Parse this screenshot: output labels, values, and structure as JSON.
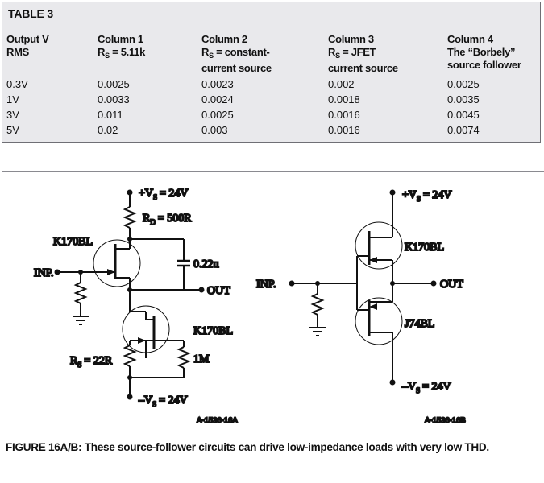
{
  "table": {
    "title": "TABLE 3",
    "headers": [
      {
        "line1": "Output V",
        "line2": "RMS",
        "line3": ""
      },
      {
        "line1": "Column 1",
        "line2_pre": "R",
        "line2_sub": "S",
        "line2_post": " = 5.11k",
        "line3": ""
      },
      {
        "line1": "Column 2",
        "line2_pre": "R",
        "line2_sub": "S",
        "line2_post": " = constant-",
        "line3": "current source"
      },
      {
        "line1": "Column 3",
        "line2_pre": "R",
        "line2_sub": "S",
        "line2_post": " = JFET",
        "line3": "current source"
      },
      {
        "line1": "Column 4",
        "line2": "The “Borbely”",
        "line3": "source follower"
      }
    ],
    "rows": [
      [
        "0.3V",
        "0.0025",
        "0.0023",
        "0.002",
        "0.0025"
      ],
      [
        "1V",
        "0.0033",
        "0.0024",
        "0.0018",
        "0.0035"
      ],
      [
        "3V",
        "0.011",
        "0.0025",
        "0.0016",
        "0.0045"
      ],
      [
        "5V",
        "0.02",
        "0.003",
        "0.0016",
        "0.0074"
      ]
    ]
  },
  "figure_a": {
    "vplus_pre": "+V",
    "vplus_sub": "S",
    "vplus_post": "= 24V",
    "rd_pre": "R",
    "rd_sub": "D",
    "rd_post": "= 500R",
    "q1_label": "K170BL",
    "cap_label": "0.22u",
    "inp_label": "INP.",
    "out_label": "OUT",
    "q2_label": "K170BL",
    "rs_pre": "R",
    "rs_sub": "S",
    "rs_post": "= 22R",
    "r1m_label": "1M",
    "vminus_pre": "–V",
    "vminus_sub": "S",
    "vminus_post": "= 24V",
    "id_label": "A-1536-16A"
  },
  "figure_b": {
    "vplus_pre": "+V",
    "vplus_sub": "S",
    "vplus_post": "= 24V",
    "q1_label": "K170BL",
    "inp_label": "INP.",
    "out_label": "OUT",
    "q2_label": "J74BL",
    "vminus_pre": "–V",
    "vminus_sub": "S",
    "vminus_post": "= 24V",
    "id_label": "A-1536-16B"
  },
  "caption": "FIGURE 16A/B: These source-follower circuits can drive low-impedance loads with very low THD."
}
